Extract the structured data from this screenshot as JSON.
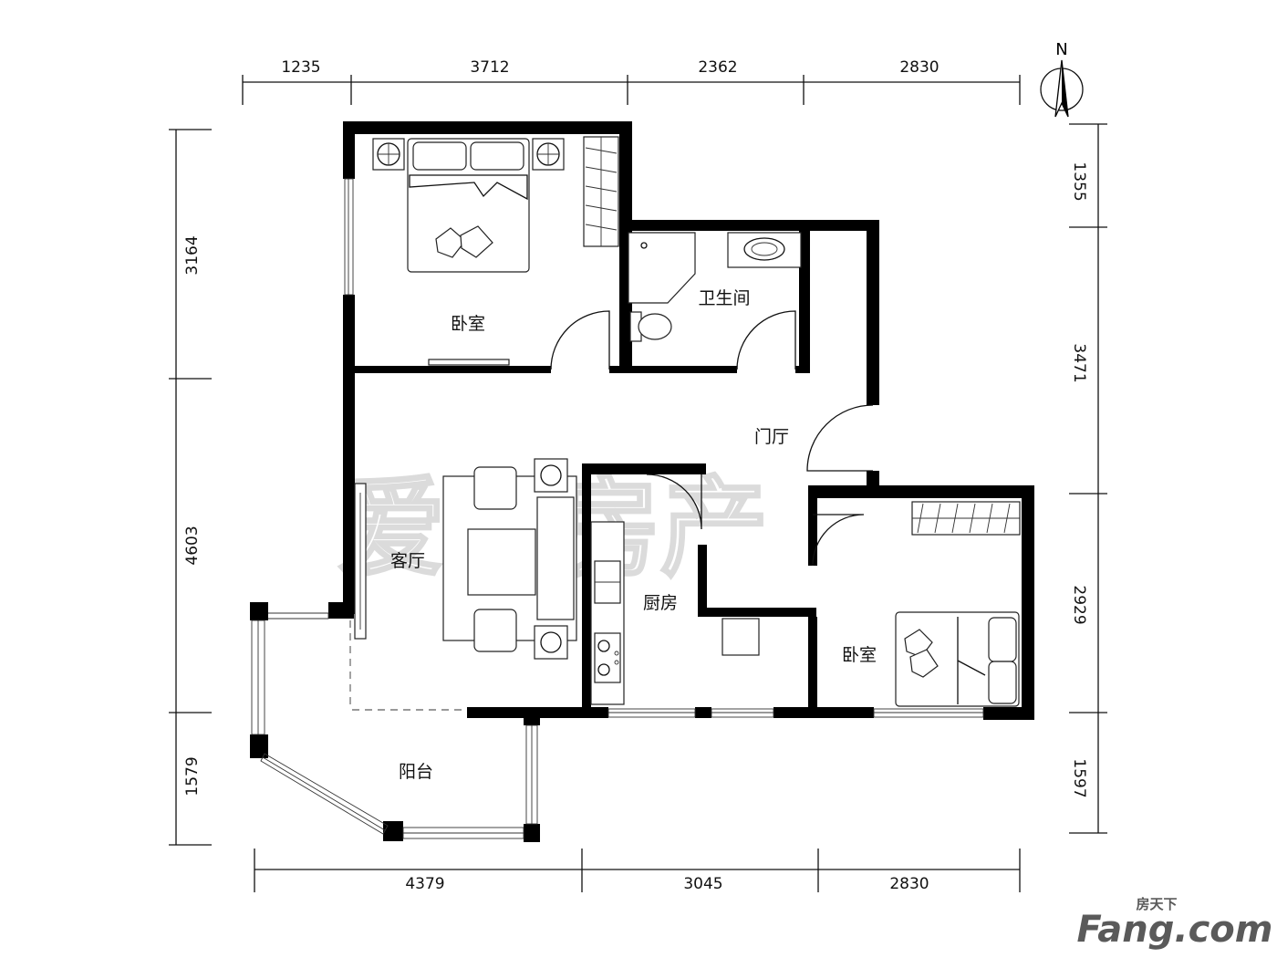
{
  "dimensions": {
    "top": [
      "1235",
      "3712",
      "2362",
      "2830"
    ],
    "bottom": [
      "4379",
      "3045",
      "2830"
    ],
    "left": [
      "3164",
      "4603",
      "1579"
    ],
    "right": [
      "1355",
      "3471",
      "2929",
      "1597"
    ]
  },
  "rooms": {
    "bedroom_top": "卧室",
    "bathroom": "卫生间",
    "entrance": "门厅",
    "living_room": "客厅",
    "kitchen": "厨房",
    "bedroom_right": "卧室",
    "balcony": "阳台"
  },
  "compass": {
    "north_label": "N"
  },
  "watermark": {
    "text": "爱田房产"
  },
  "logo": {
    "main": "Fang.com",
    "sub": "房天下"
  }
}
